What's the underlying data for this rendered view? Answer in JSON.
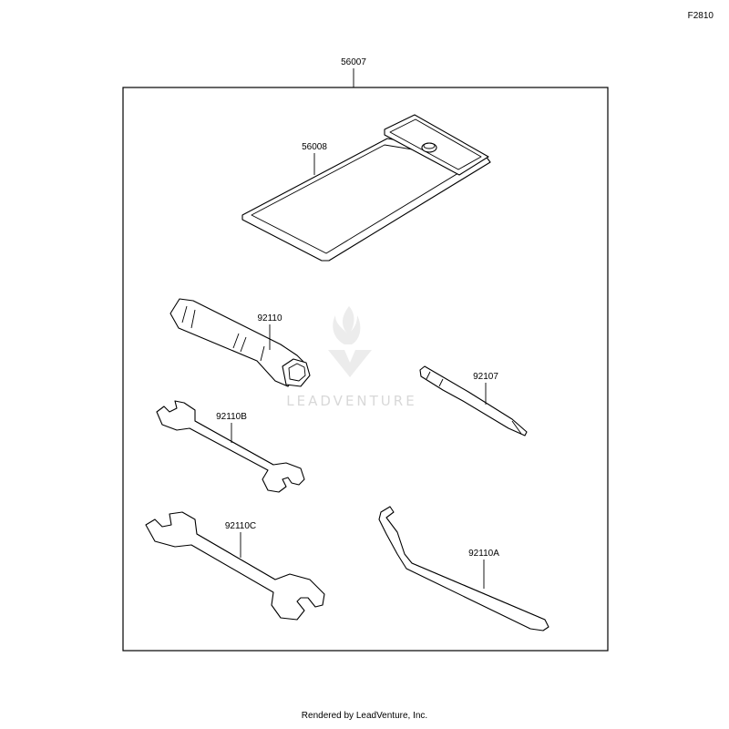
{
  "figure_id": "F2810",
  "callouts": {
    "kit": "56007",
    "pouch": "56008",
    "plug_wrench": "92110",
    "screwdriver": "92107",
    "wrench_b": "92110B",
    "wrench_c": "92110C",
    "hook_wrench": "92110A"
  },
  "watermark": {
    "brand": "LEADVENTURE"
  },
  "footer": "Rendered by LeadVenture, Inc."
}
